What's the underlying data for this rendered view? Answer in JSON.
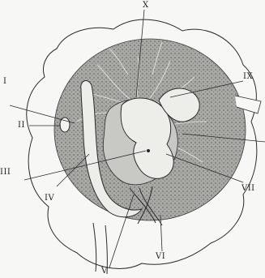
{
  "labels": {
    "i": "I",
    "ii": "II",
    "iii": "III",
    "iv": "IV",
    "v": "V",
    "vi": "VI",
    "vii": "VII",
    "ix": "IX",
    "x": "X"
  },
  "colors": {
    "paper": "#f7f7f5",
    "ink": "#2a2a2a",
    "stipple_fill": "#9a9a96"
  }
}
